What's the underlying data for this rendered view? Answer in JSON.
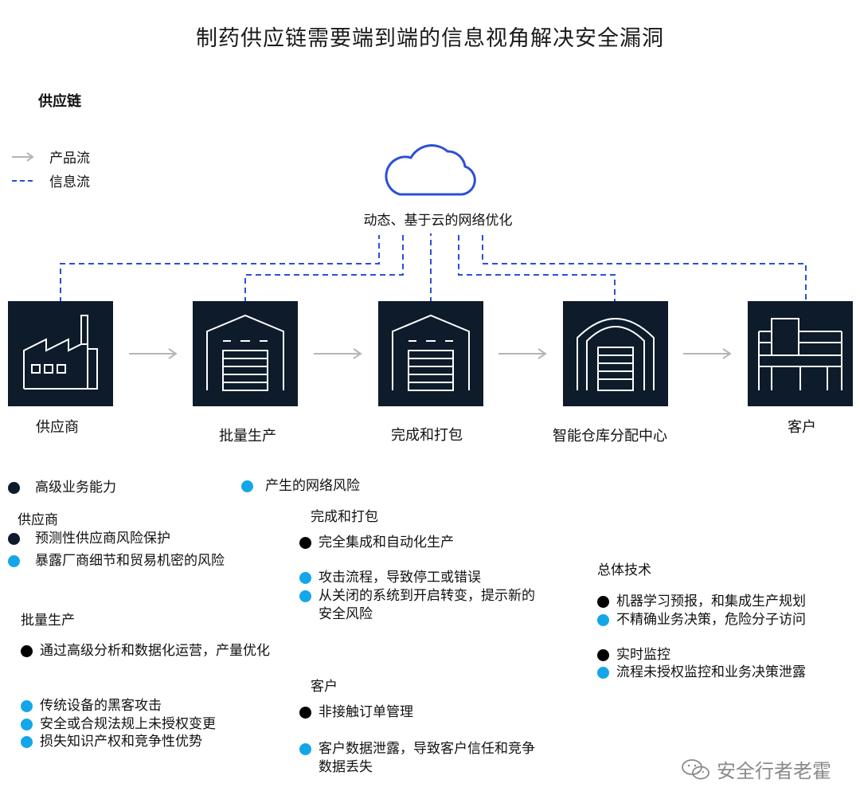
{
  "title": "制药供应链需要端到端的信息视角解决安全漏洞",
  "section_label": "供应链",
  "legend": {
    "product_flow": "产品流",
    "info_flow": "信息流"
  },
  "cloud_label": "动态、基于云的网络优化",
  "stages": [
    {
      "label": "供应商"
    },
    {
      "label": "批量生产"
    },
    {
      "label": "完成和打包"
    },
    {
      "label": "智能仓库分配中心"
    },
    {
      "label": "客户"
    }
  ],
  "key": {
    "capability": "高级业务能力",
    "risk": "产生的网络风险"
  },
  "groups": {
    "supplier": {
      "heading": "供应商",
      "items": [
        "预测性供应商风险保护",
        "暴露厂商细节和贸易机密的风险"
      ]
    },
    "bulk": {
      "heading": "批量生产",
      "items": [
        "通过高级分析和数据化运营，产量优化",
        "传统设备的黑客攻击",
        "安全或合规法规上未授权变更",
        "损失知识产权和竞争性优势"
      ]
    },
    "finish": {
      "heading": "完成和打包",
      "items": [
        "完全集成和自动化生产",
        "攻击流程，导致停工或错误",
        "从关闭的系统到开启转变，提示新的安全风险"
      ]
    },
    "customer": {
      "heading": "客户",
      "items": [
        "非接触订单管理",
        "客户数据泄露，导致客户信任和竞争数据丢失"
      ]
    },
    "overall": {
      "heading": "总体技术",
      "items": [
        "机器学习预报，和集成生产规划",
        "不精确业务决策，危险分子访问",
        "实时监控",
        "流程未授权监控和业务决策泄露"
      ]
    }
  },
  "watermark": "安全行者老霍",
  "colors": {
    "dark": "#0d1b2a",
    "risk": "#14a6e8",
    "info_line": "#2b4fd8",
    "arrow": "#b5b5b5"
  }
}
